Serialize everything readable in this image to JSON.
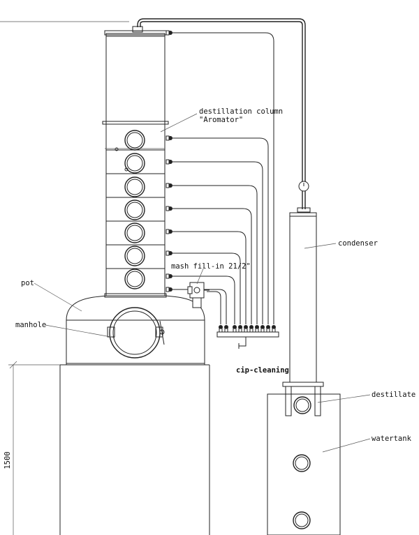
{
  "labels": {
    "column_line1": "destillation column",
    "column_line2": "\"Aromator\"",
    "condenser": "condenser",
    "mash_fill_in": "mash fill-in 21/2\"",
    "pot": "pot",
    "manhole": "manhole",
    "cip_cleaning": "cip-cleaning",
    "destillate": "destillate",
    "watertank": "watertank"
  },
  "dimension": {
    "height_value": "1500"
  }
}
